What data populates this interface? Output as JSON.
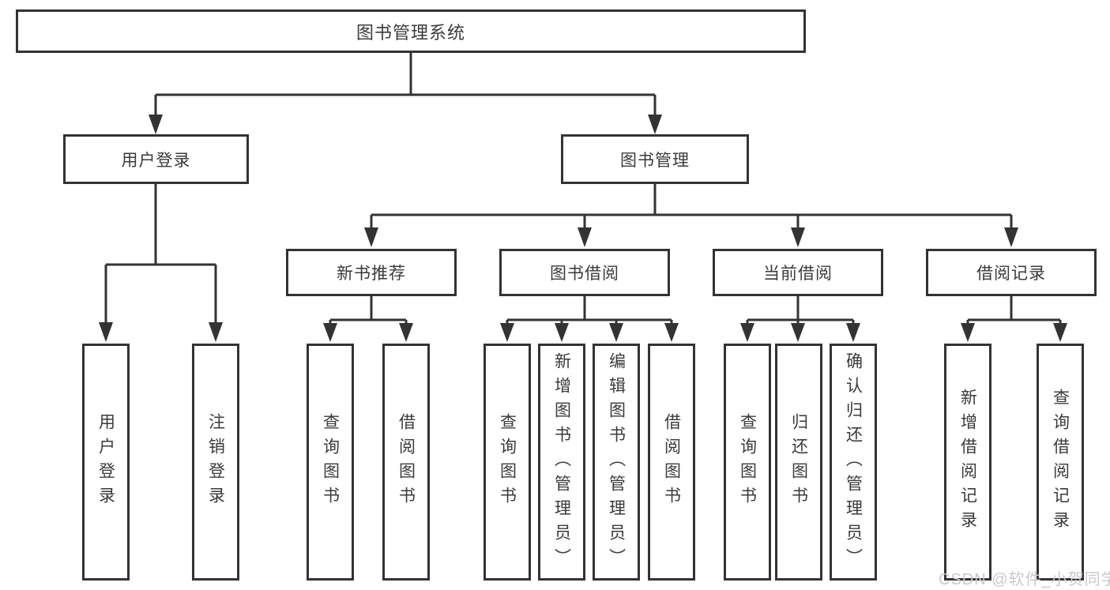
{
  "tree": {
    "label": "图书管理系统",
    "children": [
      {
        "label": "用户登录",
        "children": [
          {
            "label": "用户登录"
          },
          {
            "label": "注销登录"
          }
        ]
      },
      {
        "label": "图书管理",
        "children": [
          {
            "label": "新书推荐",
            "children": [
              {
                "label": "查询图书"
              },
              {
                "label": "借阅图书"
              }
            ]
          },
          {
            "label": "图书借阅",
            "children": [
              {
                "label": "查询图书"
              },
              {
                "label": "新增图书（管理员）"
              },
              {
                "label": "编辑图书（管理员）"
              },
              {
                "label": "借阅图书"
              }
            ]
          },
          {
            "label": "当前借阅",
            "children": [
              {
                "label": "查询图书"
              },
              {
                "label": "归还图书"
              },
              {
                "label": "确认归还（管理员）"
              }
            ]
          },
          {
            "label": "借阅记录",
            "children": [
              {
                "label": "新增借阅记录"
              },
              {
                "label": "查询借阅记录"
              }
            ]
          }
        ]
      }
    ]
  },
  "watermark": "CSDN @软件_小贺同学",
  "colors": {
    "line": "#333333",
    "text": "#3a3a3a",
    "watermark": "#c9c9c9",
    "background": "#ffffff"
  }
}
